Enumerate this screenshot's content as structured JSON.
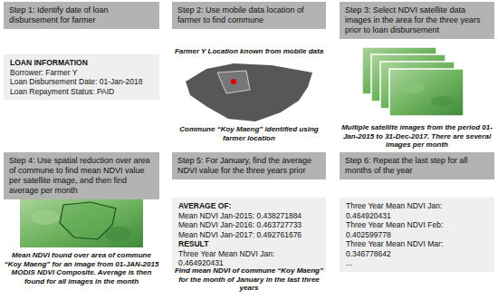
{
  "diagram": {
    "nodes": [
      {
        "text": [
          "Step 1: Identify date of loan disbursement for farmer"
        ]
      },
      {
        "text": [
          "LOAN INFORMATION",
          "Borrower: Farmer Y",
          "Loan Disbursement Date: 01-Jan-2018",
          "Loan Repayment Status: PAID"
        ]
      },
      {
        "text": [
          "Step 2: Use mobile data location of farmer to find commune"
        ]
      },
      {
        "text": [
          "Step 3: Select NDVI satellite data images in the area for the three years prior to loan disbursement"
        ]
      },
      {
        "text": [
          "Step 4: Use spatial reduction over area of commune to find mean NDVI value per satellite image, and then find average per month"
        ]
      },
      {
        "text": [
          "Step 5: For January, find the average NDVI value for the three years prior"
        ]
      },
      {
        "text": [
          "AVERAGE OF:",
          "Mean NDVI Jan-2015: 0.438271884",
          "Mean NDVI Jan-2016: 0.463727733",
          "Mean NDVI Jan-2017: 0.492761676",
          "RESULT",
          "Three Year Mean NDVI Jan: 0.464920431"
        ]
      },
      {
        "text": [
          "Step 6: Repeat the last step for all months of the year"
        ]
      },
      {
        "text": [
          "Three Year Mean NDVI Jan: 0.464920431",
          "Three Year Mean NDVI Feb: 0.402599778",
          "Three Year Mean NDVI Mar: 0.346778642",
          "..."
        ]
      }
    ],
    "labels": [
      "Farmer Y Location known from mobile data",
      "Commune “Koy Maeng” identified using farmer location",
      "Multiple satellite images from the period 01-Jan-2015 to 31-Dec-2017. There are several images per month",
      "Mean NDVI found over area of commune “Koy Maeng” for an image from 01-JAN-2015 MODIS NDVI Composite. Average is then found for all images in the month",
      "Find mean NDVI of commune “Koy Maeng” for the month of January in the last three years"
    ]
  }
}
